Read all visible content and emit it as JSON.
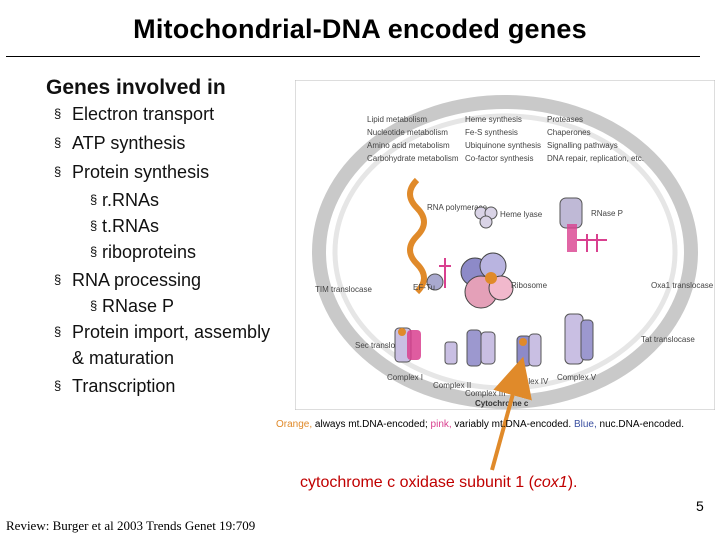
{
  "title": "Mitochondrial-DNA encoded genes",
  "subheading": "Genes involved in",
  "bullets": [
    {
      "level": 1,
      "text": "Electron transport"
    },
    {
      "level": 1,
      "text": "ATP synthesis"
    },
    {
      "level": 1,
      "text": "Protein synthesis"
    },
    {
      "level": 2,
      "text": "r.RNAs"
    },
    {
      "level": 2,
      "text": "t.RNAs"
    },
    {
      "level": 2,
      "text": "riboproteins"
    },
    {
      "level": 1,
      "text": "RNA processing"
    },
    {
      "level": 2,
      "text": "RNase P"
    },
    {
      "level": 1,
      "text": "Protein import, assembly"
    },
    {
      "level": 0,
      "text": "& maturation"
    },
    {
      "level": 1,
      "text": "Transcription"
    }
  ],
  "bullet_glyph": "§",
  "figure": {
    "pathways_col1": [
      "Lipid metabolism",
      "Nucleotide metabolism",
      "Amino acid metabolism",
      "Carbohydrate metabolism"
    ],
    "pathways_col2": [
      "Heme synthesis",
      "Fe-S synthesis",
      "Ubiquinone synthesis",
      "Co-factor synthesis"
    ],
    "pathways_col3": [
      "Proteases",
      "Chaperones",
      "Signalling pathways",
      "DNA repair, replication, etc."
    ],
    "labels": {
      "rna_polymerase": "RNA polymerase",
      "heme_lyase": "Heme lyase",
      "rnase_p": "RNase P",
      "ef_tu": "EF-Tu",
      "ribosome": "Ribosome",
      "tim": "TIM translocase",
      "sec": "Sec translocase",
      "oxa1": "Oxa1 translocase",
      "tat": "Tat translocase",
      "complex1": "Complex I",
      "complex2": "Complex II",
      "complex3": "Complex III",
      "complex4": "Complex IV",
      "complex5": "Complex V",
      "cyt_c": "Cytochrome c"
    }
  },
  "color_caption": {
    "orange_word": "Orange,",
    "orange_rest": " always mt.DNA-encoded; ",
    "pink_word": "pink,",
    "pink_rest": " variably mt.DNA-encoded. ",
    "blue_word": "Blue,",
    "blue_rest": " nuc.DNA-encoded."
  },
  "cox_note": {
    "before": "cytochrome c oxidase subunit 1 (",
    "italic": "cox1",
    "after": ")."
  },
  "page_number": "5",
  "citation": "Review: Burger et al 2003 Trends Genet 19:709",
  "colors": {
    "orange": "#e08a2a",
    "pink": "#d9408f",
    "blue": "#3a4fa0",
    "red": "#c00000"
  }
}
